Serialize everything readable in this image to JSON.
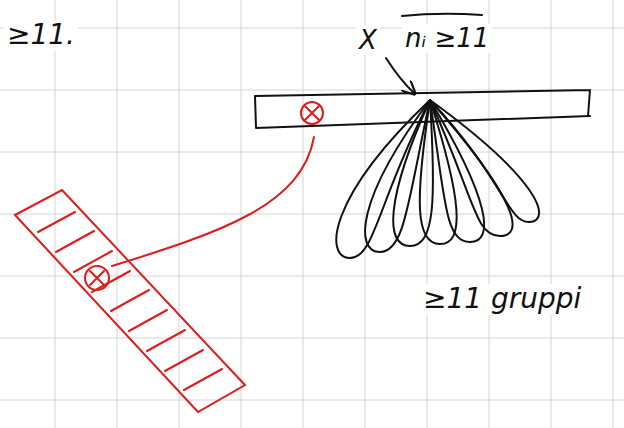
{
  "diagram": {
    "labels": [
      "≥11.",
      "X",
      "nᵢ ≥11",
      "≥11 gruppi"
    ]
  }
}
